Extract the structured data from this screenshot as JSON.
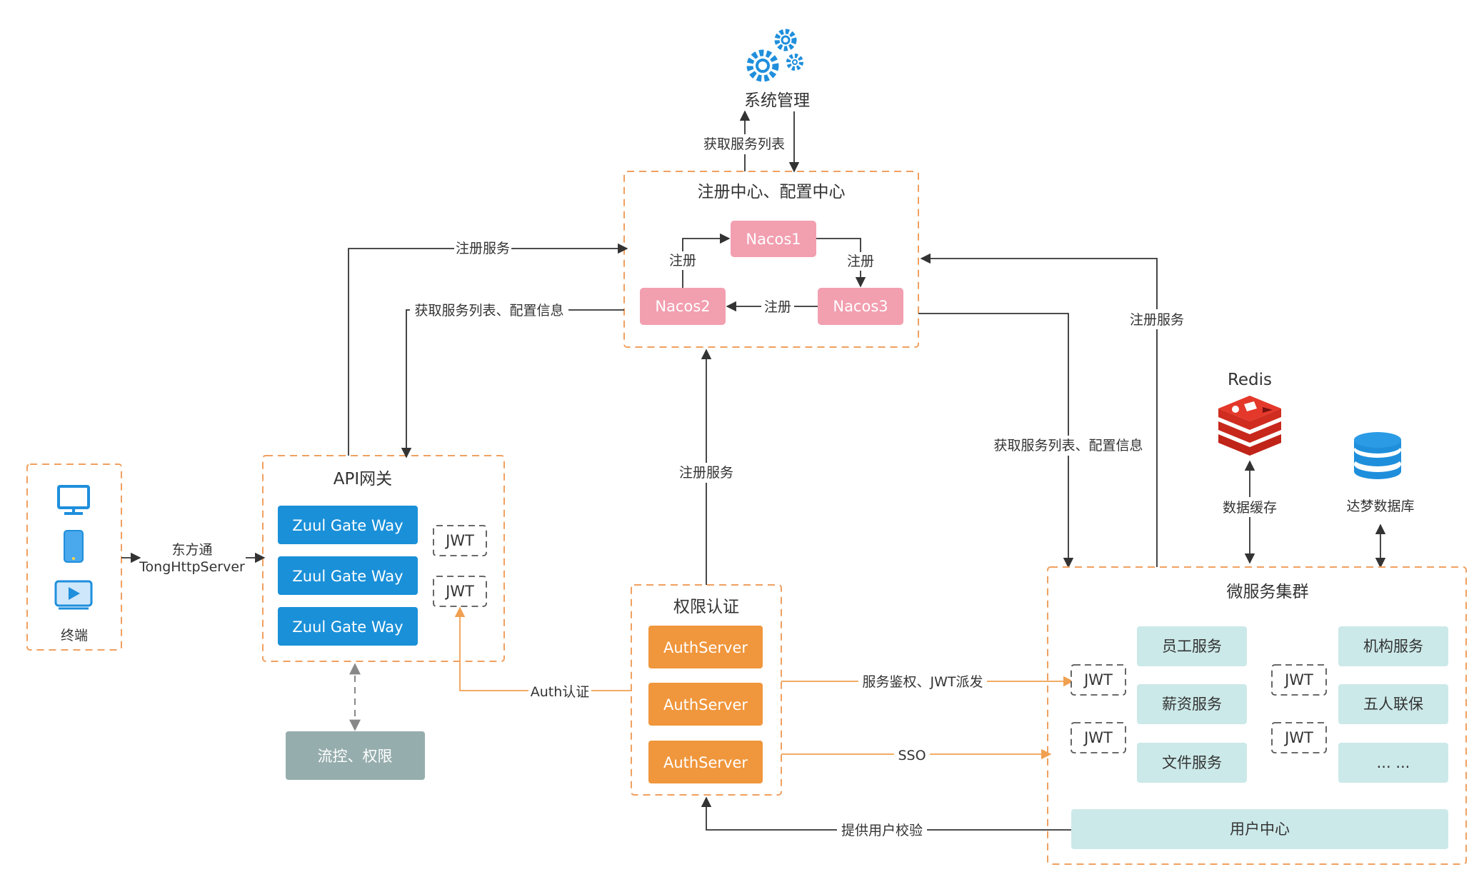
{
  "system_mgmt": {
    "label": "系统管理"
  },
  "registry": {
    "title": "注册中心、配置中心",
    "nodes": [
      "Nacos1",
      "Nacos2",
      "Nacos3"
    ],
    "edge_register": "注册"
  },
  "gateway": {
    "title": "API网关",
    "items": [
      "Zuul Gate Way",
      "Zuul Gate Way",
      "Zuul Gate Way"
    ],
    "jwt": "JWT"
  },
  "terminal": {
    "label": "终端"
  },
  "flow_control": {
    "label": "流控、权限"
  },
  "auth": {
    "title": "权限认证",
    "items": [
      "AuthServer",
      "AuthServer",
      "AuthServer"
    ]
  },
  "cluster": {
    "title": "微服务集群",
    "services_left": [
      "员工服务",
      "薪资服务",
      "文件服务"
    ],
    "services_right": [
      "机构服务",
      "五人联保",
      "... ..."
    ],
    "user_center": "用户中心",
    "jwt": "JWT"
  },
  "redis": {
    "label": "Redis"
  },
  "database": {
    "label": "达梦数据库"
  },
  "edges": {
    "get_service_list": "获取服务列表",
    "register_service": "注册服务",
    "get_list_config": "获取服务列表、配置信息",
    "donfangtong_line1": "东方通",
    "donfangtong_line2": "TongHttpServer",
    "auth_cert": "Auth认证",
    "service_auth": "服务鉴权、JWT派发",
    "sso": "SSO",
    "user_verify": "提供用户校验",
    "data_cache": "数据缓存"
  },
  "colors": {
    "nacos": "#f29fb0",
    "gateway": "#1a90d8",
    "auth": "#f0963c",
    "flow": "#96adad",
    "service": "#cce9e9",
    "group_border": "#f0a060",
    "orange_line": "#f0a050",
    "icon_blue": "#1f8fdc",
    "redis_red": "#d82c20"
  }
}
